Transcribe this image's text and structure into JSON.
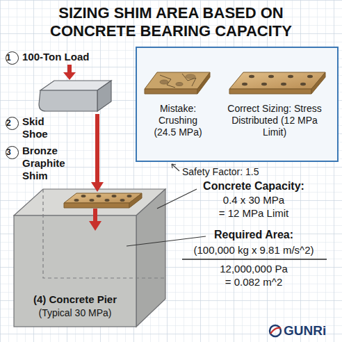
{
  "diagram": {
    "title": "SIZING SHIM AREA BASED ON CONCRETE BEARING CAPACITY",
    "nodes": [
      {
        "text": [
          "Mistake: Crushing (24.5 MPa)",
          "Correct Sizing: Stress Distributed (12 MPa Limit)"
        ]
      },
      {
        "text": [
          "(4) Concrete Pier",
          "(Typical 30 MPa)"
        ]
      }
    ],
    "labels": [
      "1",
      "100-Ton Load",
      "2",
      "Skid Shoe",
      "3",
      "Bronze Graphite Shim",
      "Safety Factor: 1.5",
      "Concrete Capacity:",
      "0.4 x 30 MPa",
      "= 12 MPa Limit",
      "Required Area:",
      "(100,000 kg x 9.81 m/s^2)",
      "12,000,000 Pa",
      "= 0.082 m^2",
      "GUNRi"
    ]
  }
}
